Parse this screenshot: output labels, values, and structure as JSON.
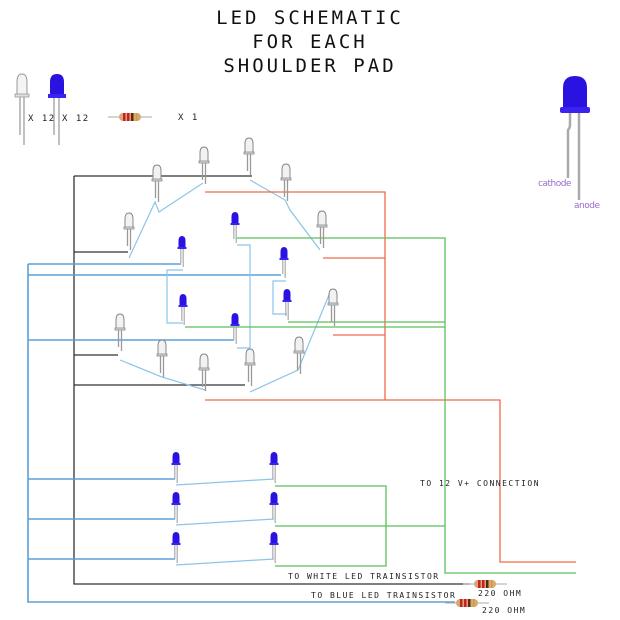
{
  "title": {
    "lines": [
      "LED SCHEMATIC",
      "FOR EACH",
      "SHOULDER PAD"
    ]
  },
  "legend": {
    "white_led_qty": "X 12",
    "blue_led_qty": "X 12",
    "resistor_qty": "X 1"
  },
  "pinout": {
    "cathode_label": "cathode",
    "anode_label": "anode"
  },
  "labels": {
    "power": "TO 12 V+ CONNECTION",
    "white_transistor": "TO WHITE LED TRAINSISTOR",
    "blue_transistor": "TO BLUE LED TRAINSISTOR",
    "resistor_white": "220 OHM",
    "resistor_blue": "220 OHM"
  },
  "colors": {
    "white_led_ground_wire": "#333333",
    "blue_led_ground_wire": "#5aa0d8",
    "series_link_wire": "#8cc4e8",
    "white_led_power_wire": "#f06a4a",
    "blue_led_power_wire": "#5cbf5c",
    "blue_led": "#2a12e0",
    "white_led": "#d8d8d8",
    "pin_label": "#9a6ccf"
  },
  "components": {
    "white_leds": 12,
    "blue_leds": 12,
    "resistors": [
      "220 OHM",
      "220 OHM"
    ]
  }
}
